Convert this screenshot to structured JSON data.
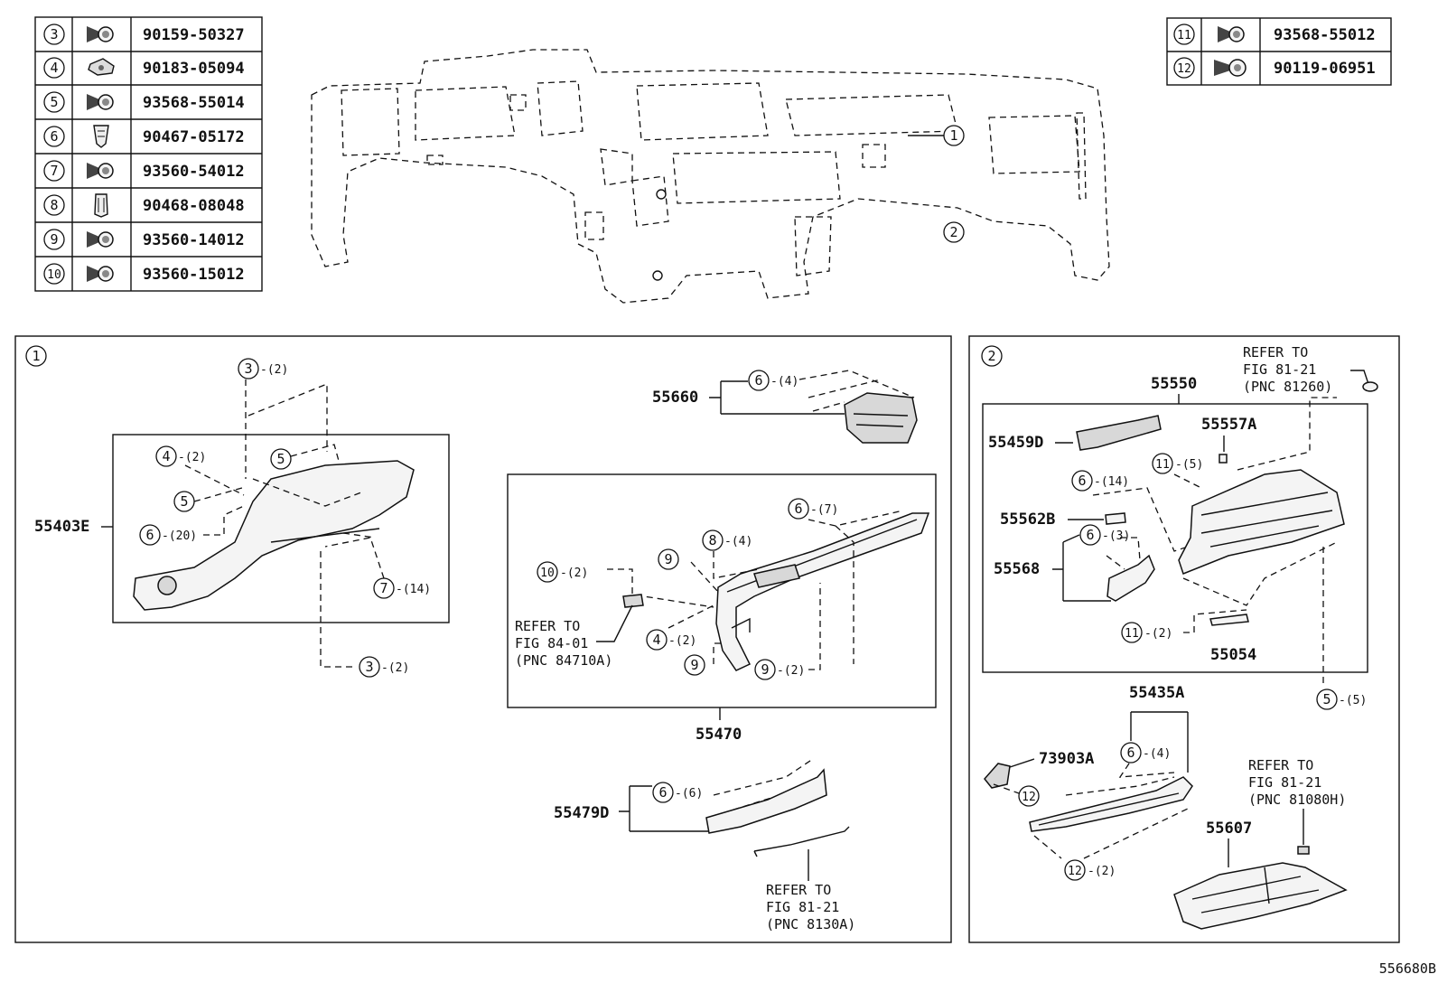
{
  "fastener_table_left": [
    {
      "num": "3",
      "part": "90159-50327",
      "icon": "bolt-icon"
    },
    {
      "num": "4",
      "part": "90183-05094",
      "icon": "clip-nut-icon"
    },
    {
      "num": "5",
      "part": "93568-55014",
      "icon": "bolt-icon"
    },
    {
      "num": "6",
      "part": "90467-05172",
      "icon": "push-clip-icon"
    },
    {
      "num": "7",
      "part": "93560-54012",
      "icon": "bolt-icon"
    },
    {
      "num": "8",
      "part": "90468-08048",
      "icon": "spring-clip-icon"
    },
    {
      "num": "9",
      "part": "93560-14012",
      "icon": "bolt-icon"
    },
    {
      "num": "10",
      "part": "93560-15012",
      "icon": "bolt-icon"
    }
  ],
  "fastener_table_right": [
    {
      "num": "11",
      "part": "93568-55012",
      "icon": "bolt-icon"
    },
    {
      "num": "12",
      "part": "90119-06951",
      "icon": "long-bolt-icon"
    }
  ],
  "overview": {
    "callout_1": "1",
    "callout_2": "2"
  },
  "panel1": {
    "num": "1",
    "p55403E": "55403E",
    "p55660": "55660",
    "p55470": "55470",
    "p55479D": "55479D",
    "c3a": "3",
    "c3a_q": "-(2)",
    "c3b": "3",
    "c3b_q": "-(2)",
    "c4a": "4",
    "c4a_q": "-(2)",
    "c5a": "5",
    "c5b": "5",
    "c6a": "6",
    "c6a_q": "-(20)",
    "c7a": "7",
    "c7a_q": "-(14)",
    "c6b": "6",
    "c6b_q": "-(4)",
    "c6c": "6",
    "c6c_q": "-(7)",
    "c8a": "8",
    "c8a_q": "-(4)",
    "c9a": "9",
    "c9b": "9",
    "c9c": "9",
    "c9c_q": "-(2)",
    "c10a": "10",
    "c10a_q": "-(2)",
    "c4b": "4",
    "c4b_q": "-(2)",
    "c6d": "6",
    "c6d_q": "-(6)",
    "ref1": [
      "REFER TO",
      "FIG 84-01",
      "(PNC 84710A)"
    ],
    "ref2": [
      "REFER TO",
      "FIG 81-21",
      "(PNC 8130A)"
    ]
  },
  "panel2": {
    "num": "2",
    "p55550": "55550",
    "p55459D": "55459D",
    "p55557A": "55557A",
    "p55562B": "55562B",
    "p55568": "55568",
    "p55054": "55054",
    "p55435A": "55435A",
    "p73903A": "73903A",
    "p55607": "55607",
    "c6a": "6",
    "c6a_q": "-(14)",
    "c6b": "6",
    "c6b_q": "-(3)",
    "c11a": "11",
    "c11a_q": "-(5)",
    "c11b": "11",
    "c11b_q": "-(2)",
    "c5a": "5",
    "c5a_q": "-(5)",
    "c6c": "6",
    "c6c_q": "-(4)",
    "c12a": "12",
    "c12b": "12",
    "c12b_q": "-(2)",
    "ref1": [
      "REFER TO",
      "FIG 81-21",
      "(PNC 81260)"
    ],
    "ref2": [
      "REFER TO",
      "FIG 81-21",
      "(PNC 81080H)"
    ]
  },
  "figure_id": "556680B"
}
